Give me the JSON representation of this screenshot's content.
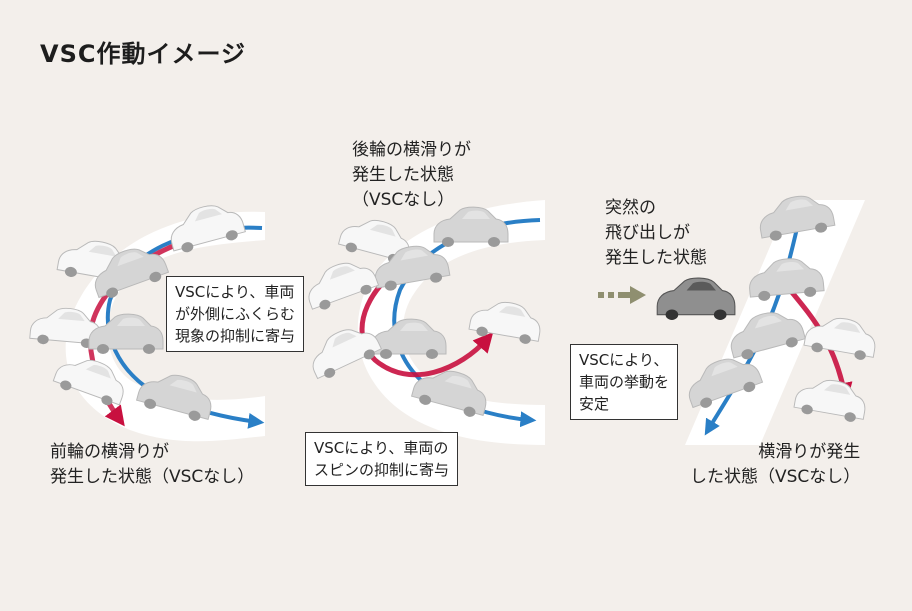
{
  "title": "VSC作動イメージ",
  "panels": [
    {
      "caption": [
        "前輪の横滑りが",
        "発生した状態（VSCなし）"
      ],
      "callout": [
        "VSCにより、車両",
        "が外側にふくらむ",
        "現象の抑制に寄与"
      ]
    },
    {
      "caption": [
        "後輪の横滑りが",
        "発生した状態",
        "（VSCなし）"
      ],
      "callout": [
        "VSCにより、車両の",
        "スピンの抑制に寄与"
      ]
    },
    {
      "caption_top": [
        "突然の",
        "飛び出しが",
        "発生した状態"
      ],
      "callout": [
        "VSCにより、",
        "車両の挙動を",
        "安定"
      ],
      "caption_bottom": [
        "横滑りが発生",
        "した状態（VSCなし）"
      ]
    }
  ],
  "colors": {
    "background": "#f3efeb",
    "road": "#ffffff",
    "vsc_path": "#2a7fc6",
    "skid_path": "#c8103f",
    "car_ghost": "#f7f7f7",
    "car_active": "#d5d5d5",
    "obstacle_car": "#8f8f8f",
    "obstacle_arrow": "#8f8f70"
  }
}
